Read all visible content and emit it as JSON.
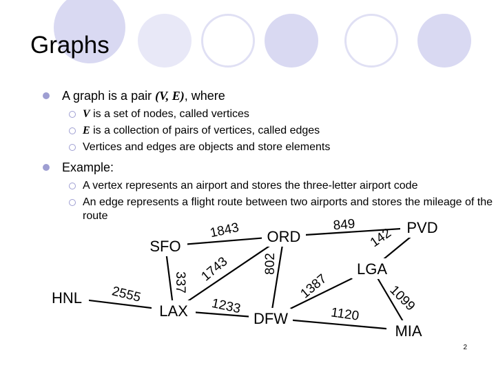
{
  "slide": {
    "title": "Graphs",
    "page_number": "2",
    "colors": {
      "deco_circle": "#d9d9f2",
      "deco_circle_light": "#e8e8f7",
      "bullet": "#9e9ed2",
      "edge": "#000000"
    },
    "bullets": [
      {
        "prefix": "A graph is a pair ",
        "math": "(V, E)",
        "suffix": ", where",
        "sub": [
          {
            "math": "V",
            "text": " is a set of nodes, called vertices"
          },
          {
            "math": "E",
            "text": " is a collection of pairs of vertices, called edges"
          },
          {
            "math": "",
            "text": "Vertices and edges are objects and store elements"
          }
        ]
      },
      {
        "prefix": "Example:",
        "sub": [
          {
            "math": "",
            "text": "A vertex represents an airport and stores the three-letter airport code"
          },
          {
            "math": "",
            "text": "An edge represents a flight route between two airports and stores the mileage of the route"
          }
        ]
      }
    ]
  },
  "graph": {
    "nodes": [
      {
        "id": "SFO",
        "label": "SFO"
      },
      {
        "id": "ORD",
        "label": "ORD"
      },
      {
        "id": "PVD",
        "label": "PVD"
      },
      {
        "id": "HNL",
        "label": "HNL"
      },
      {
        "id": "LAX",
        "label": "LAX"
      },
      {
        "id": "DFW",
        "label": "DFW"
      },
      {
        "id": "LGA",
        "label": "LGA"
      },
      {
        "id": "MIA",
        "label": "MIA"
      }
    ],
    "edges": [
      {
        "from": "SFO",
        "to": "ORD",
        "label": "1843"
      },
      {
        "from": "ORD",
        "to": "PVD",
        "label": "849"
      },
      {
        "from": "LGA",
        "to": "PVD",
        "label": "142"
      },
      {
        "from": "SFO",
        "to": "LAX",
        "label": "337"
      },
      {
        "from": "LAX",
        "to": "ORD",
        "label": "1743"
      },
      {
        "from": "ORD",
        "to": "DFW",
        "label": "802"
      },
      {
        "from": "HNL",
        "to": "LAX",
        "label": "2555"
      },
      {
        "from": "LAX",
        "to": "DFW",
        "label": "1233"
      },
      {
        "from": "DFW",
        "to": "LGA",
        "label": "1387"
      },
      {
        "from": "DFW",
        "to": "MIA",
        "label": "1120"
      },
      {
        "from": "LGA",
        "to": "MIA",
        "label": "1099"
      }
    ]
  }
}
